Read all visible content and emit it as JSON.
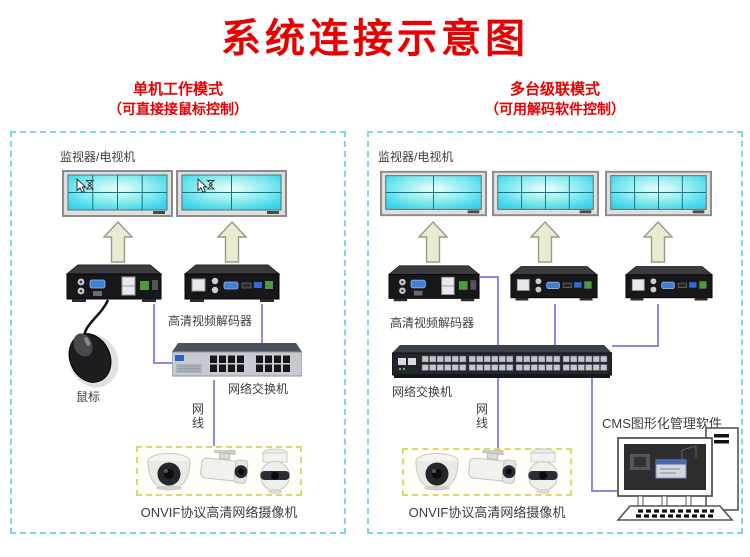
{
  "title": "系统连接示意图",
  "left": {
    "heading": "单机工作模式",
    "subheading": "（可直接接鼠标控制）",
    "monitors_label": "监视器/电视机",
    "decoder_label": "高清视频解码器",
    "mouse_label": "鼠标",
    "switch_label": "网络交换机",
    "cable_label_line1": "网",
    "cable_label_line2": "线",
    "cameras_label": "ONVIF协议高清网络摄像机"
  },
  "right": {
    "heading": "多台级联模式",
    "subheading": "（可用解码软件控制）",
    "monitors_label": "监视器/电视机",
    "decoder_label": "高清视频解码器",
    "switch_label": "网络交换机",
    "cable_label_line1": "网",
    "cable_label_line2": "线",
    "cameras_label": "ONVIF协议高清网络摄像机",
    "cms_label": "CMS图形化管理软件"
  },
  "colors": {
    "title_red": "#e60000",
    "panel_border": "#7fd6e6",
    "connection_line": "#8a8ade",
    "camera_box_border": "#ded86a",
    "screen_cyan": "#3cd8ea"
  }
}
